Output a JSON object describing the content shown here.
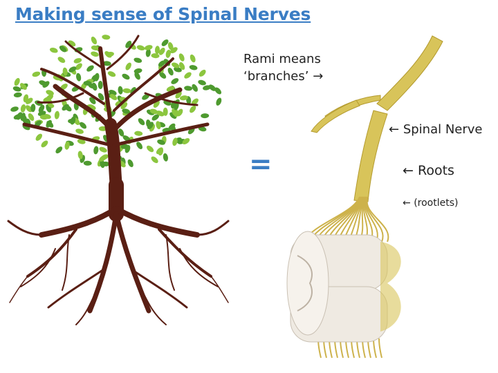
{
  "title": "Making sense of Spinal Nerves",
  "equals_sign": "=",
  "labels": {
    "rami_line1": "Rami means",
    "rami_line2": "‘branches’",
    "rami_arrow": "→",
    "spinal_nerve": "Spinal Nerve",
    "roots": "Roots",
    "rootlets": "(rootlets)",
    "left_arrow": "←"
  },
  "colors": {
    "title": "#3a7dc4",
    "leaf_light": "#8cc63f",
    "leaf_dark": "#4e9a2f",
    "trunk": "#5a1f14",
    "nerve": "#d8c45a",
    "cord": "#efeae2"
  },
  "icons": [
    "tree-illustration",
    "spinal-nerve-illustration"
  ]
}
